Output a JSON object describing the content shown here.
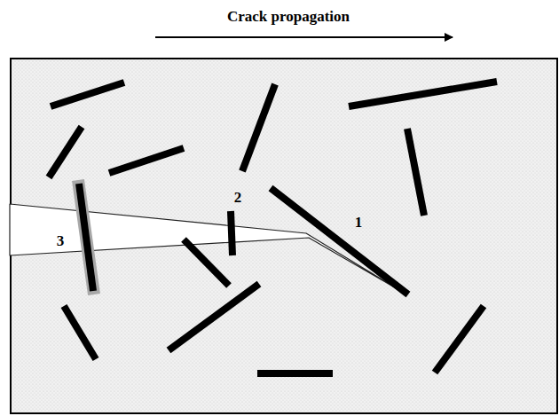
{
  "diagram": {
    "labels": [
      "Crack propagation",
      "1",
      "2",
      "3"
    ]
  }
}
